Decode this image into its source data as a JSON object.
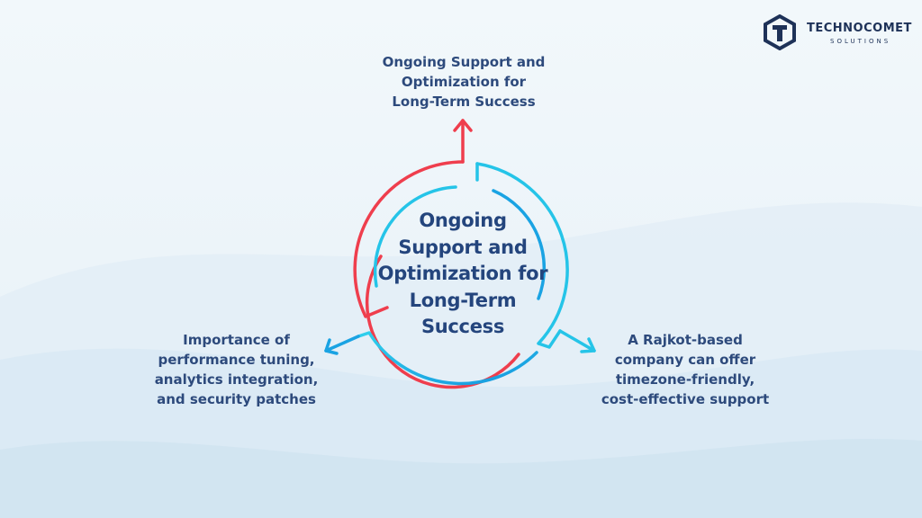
{
  "brand": {
    "name": "TECHNOCOMET",
    "tagline": "SOLUTIONS"
  },
  "center": {
    "lines": [
      "Ongoing",
      "Support and",
      "Optimization for",
      "Long-Term",
      "Success"
    ]
  },
  "nodes": {
    "top": {
      "lines": [
        "Ongoing Support and",
        "Optimization for",
        "Long-Term Success"
      ]
    },
    "left": {
      "lines": [
        "Importance of",
        "performance tuning,",
        "analytics integration,",
        "and security patches"
      ]
    },
    "right": {
      "lines": [
        "A Rajkot-based",
        "company can offer",
        "timezone-friendly,",
        "cost-effective support"
      ]
    }
  },
  "colors": {
    "red": "#ef3e4d",
    "cyan": "#25c4e8",
    "blue": "#1aa3e3",
    "navy": "#24457d",
    "logo": "#1e3258"
  }
}
